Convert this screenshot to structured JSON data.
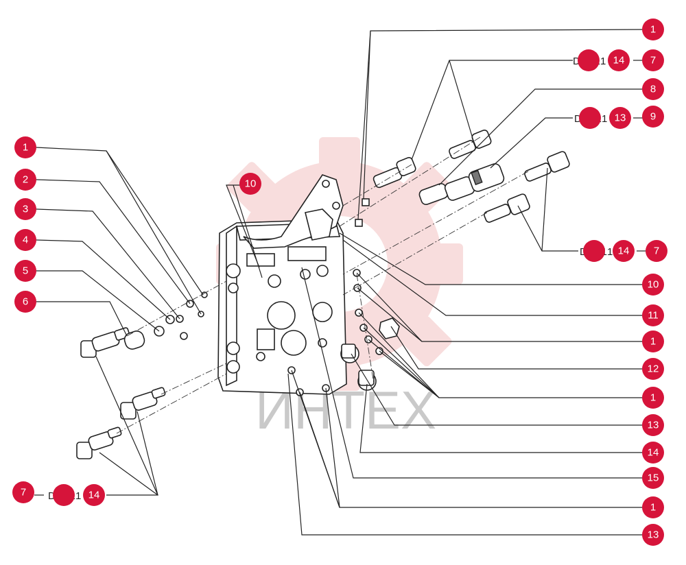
{
  "watermark": {
    "text": "ИНТЕХ",
    "color": "#f3c2c2"
  },
  "accent_color": "#d6143a",
  "callouts": {
    "c1_top": "1",
    "c14_ref_top": "14",
    "c7_top": "7",
    "c8": "8",
    "c13_ref_mid": "13",
    "c9": "9",
    "c14_ref_right": "14",
    "c7_right": "7",
    "c10_right": "10",
    "c11": "11",
    "c1_r1": "1",
    "c12": "12",
    "c1_r2": "1",
    "c13_r1": "13",
    "c14_r": "14",
    "c15": "15",
    "c1_r3": "1",
    "c13_bottom": "13",
    "c1_left": "1",
    "c2": "2",
    "c3": "3",
    "c4": "4",
    "c5": "5",
    "c6": "6",
    "c10_top": "10",
    "c7_bottom": "7",
    "c14_ref_bottom": "14"
  },
  "refs": {
    "top": {
      "prefix": "D2.01",
      "suffix": "1"
    },
    "mid": {
      "prefix": "D2.01",
      "suffix": "1"
    },
    "right": {
      "prefix": "D2.01",
      "suffix": "1"
    },
    "bottom": {
      "prefix": "D2.01",
      "suffix": "1"
    }
  }
}
